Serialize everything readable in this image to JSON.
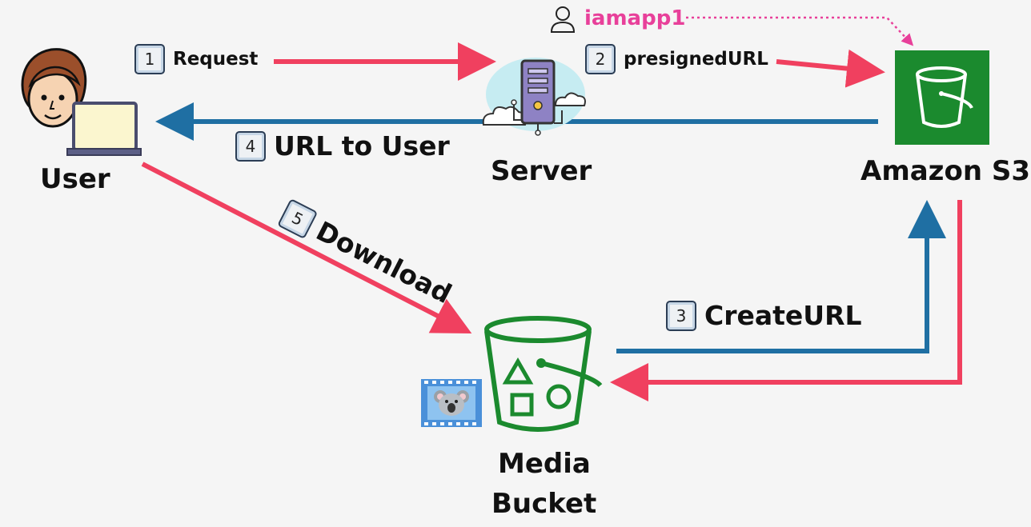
{
  "nodes": {
    "user": "User",
    "server": "Server",
    "s3": "Amazon S3",
    "bucket_line1": "Media",
    "bucket_line2": "Bucket"
  },
  "iam_user": "iamapp1",
  "steps": [
    {
      "number": "1",
      "label": "Request"
    },
    {
      "number": "2",
      "label": "presignedURL"
    },
    {
      "number": "3",
      "label": "CreateURL"
    },
    {
      "number": "4",
      "label": "URL to User"
    },
    {
      "number": "5",
      "label": "Download"
    }
  ],
  "colors": {
    "red_arrow": "#f0405f",
    "blue_arrow": "#1f6fa3",
    "s3_green": "#1b8a2e",
    "iam_pink": "#e8409a",
    "badge_border": "#2b3d55"
  },
  "icons": [
    "user-avatar-icon",
    "laptop-icon",
    "server-cloud-icon",
    "amazon-s3-icon",
    "iam-user-icon",
    "media-bucket-icon",
    "koala-film-icon"
  ]
}
